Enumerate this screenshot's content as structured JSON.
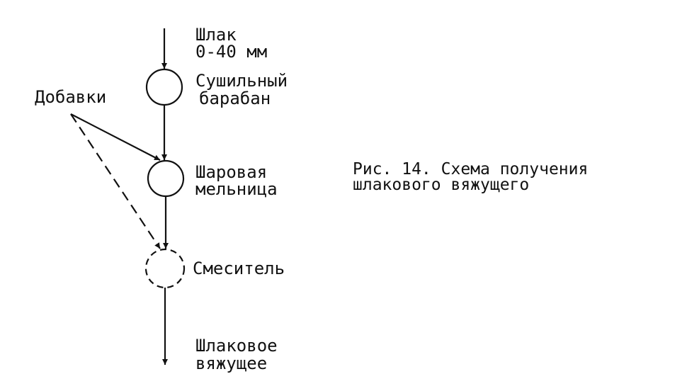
{
  "flow": {
    "input_label": [
      "Шлак",
      "0-40 мм"
    ],
    "dryer_label": [
      "Сушильный",
      "барабан"
    ],
    "additives_label": "Добавки",
    "mill_label": [
      "Шаровая",
      "мельница"
    ],
    "mixer_label": "Смеситель",
    "output_label": [
      "Шлаковое",
      "вяжущее"
    ]
  },
  "caption": [
    "Рис. 14. Схема получения",
    "шлакового вяжущего"
  ]
}
